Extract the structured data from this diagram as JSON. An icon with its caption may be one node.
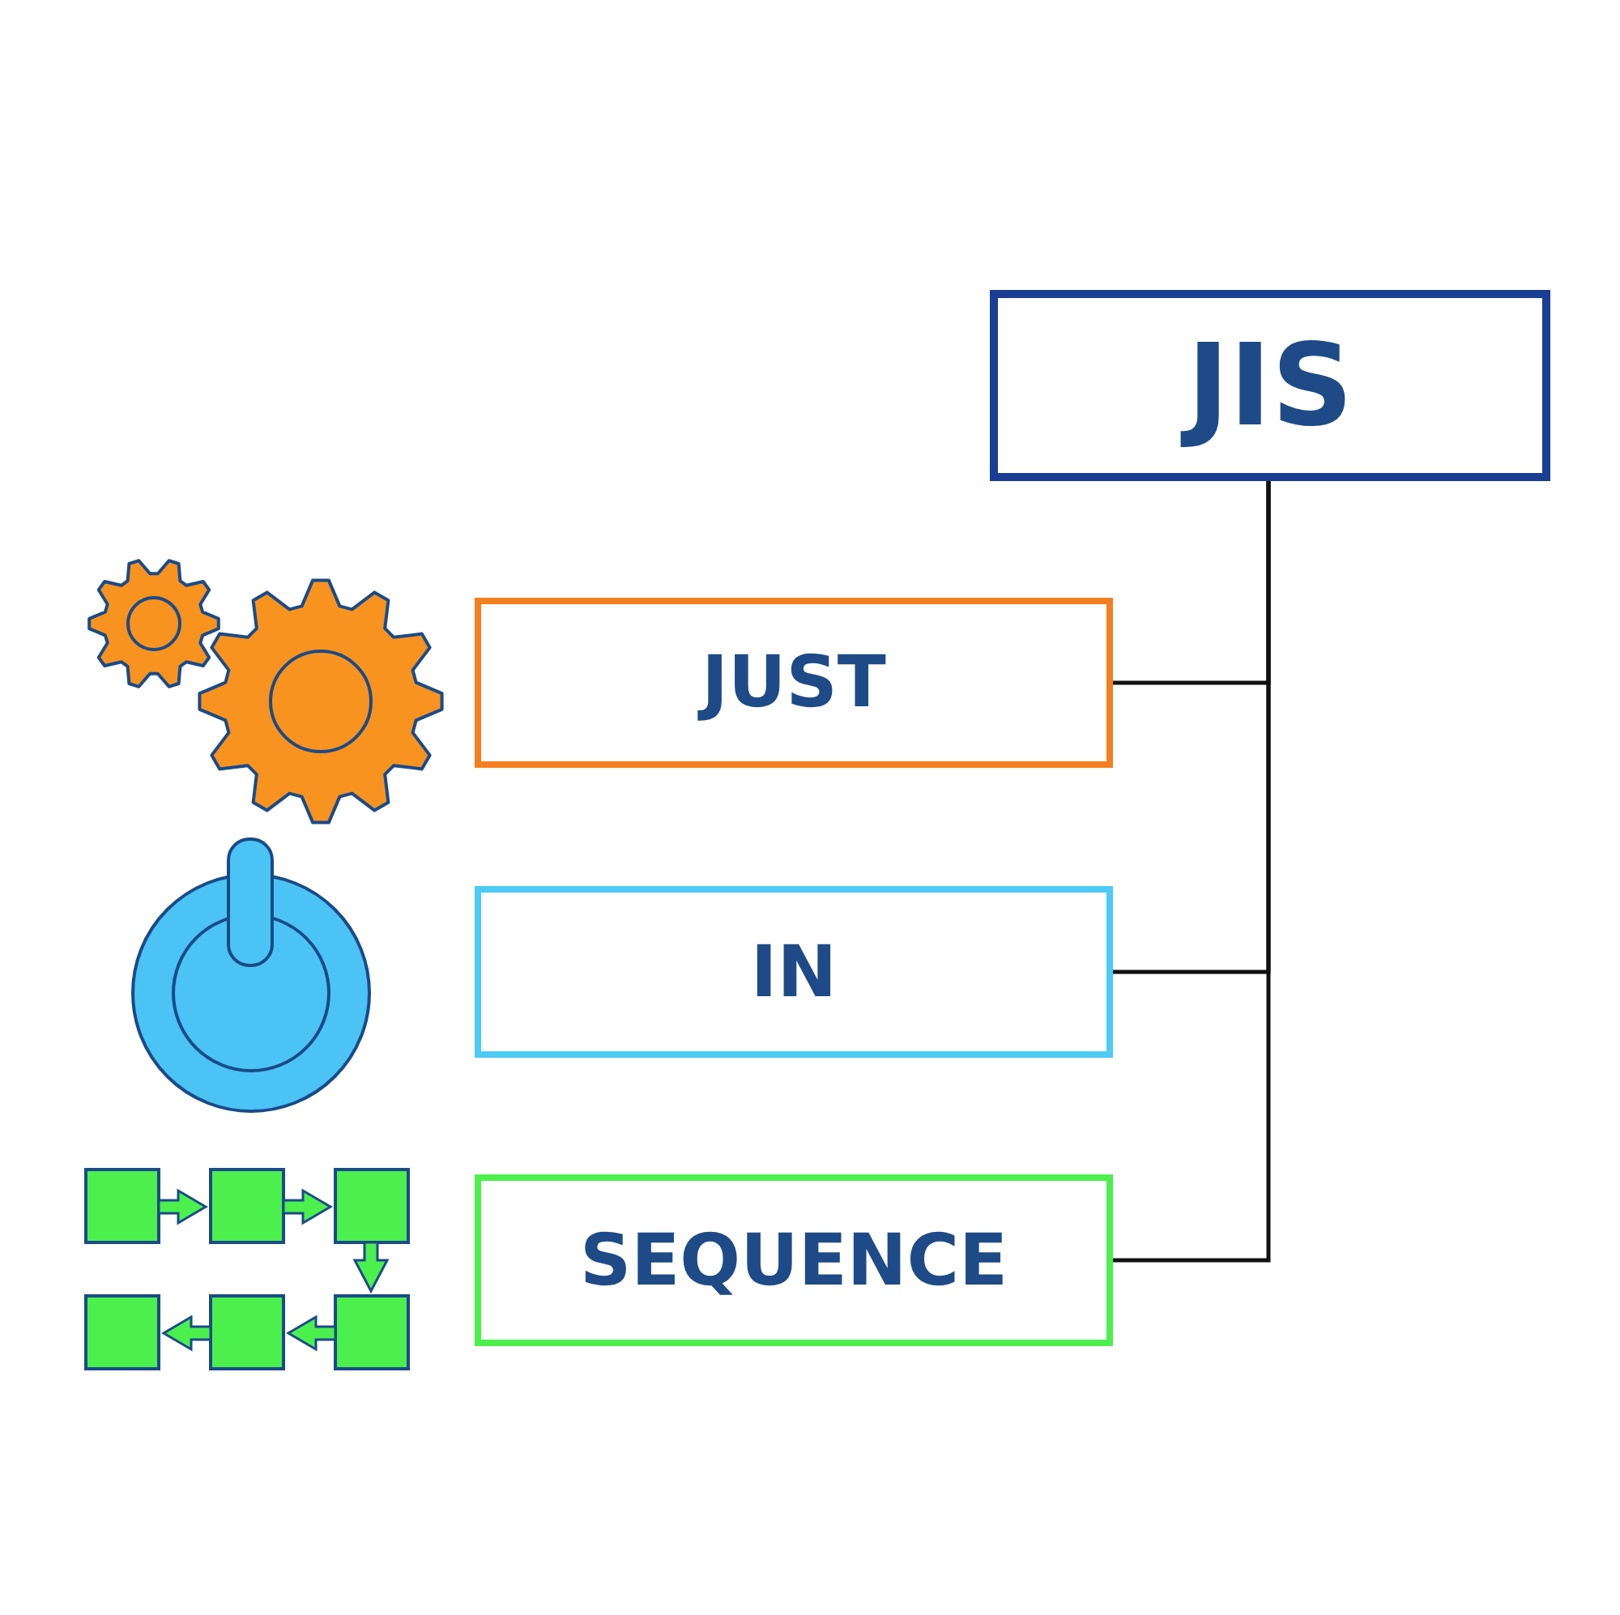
{
  "diagram": {
    "nodes": [
      {
        "text": [
          "JIS"
        ]
      },
      {
        "text": [
          "JUST"
        ]
      },
      {
        "text": [
          "IN"
        ]
      },
      {
        "text": [
          "SEQUENCE"
        ]
      }
    ],
    "edges": [
      {
        "from": 0,
        "to": 1,
        "arrow": "none"
      },
      {
        "from": 0,
        "to": 2,
        "arrow": "none"
      },
      {
        "from": 0,
        "to": 3,
        "arrow": "none"
      }
    ]
  }
}
